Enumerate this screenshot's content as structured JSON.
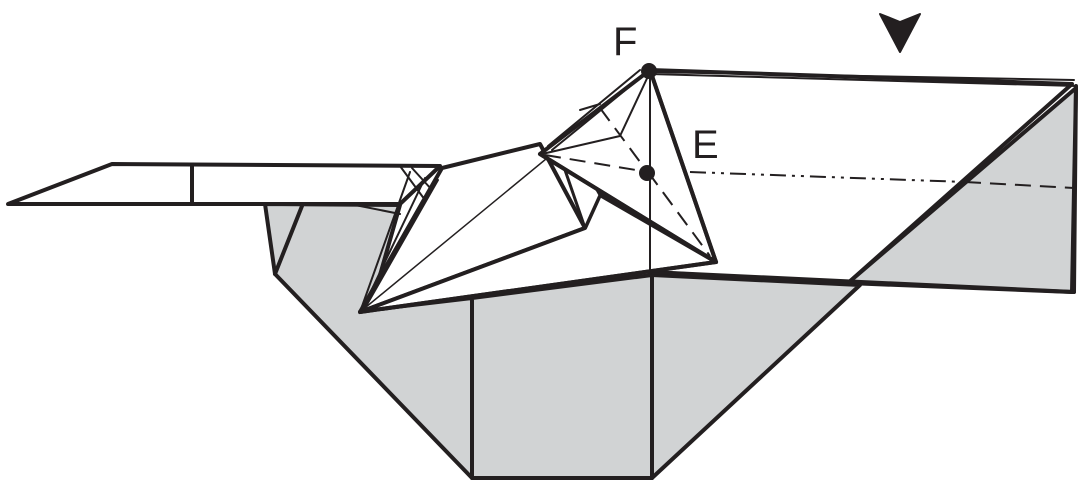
{
  "labels": {
    "point_f": "F",
    "point_e": "E"
  },
  "colors": {
    "line": "#231f20",
    "shade": "#d1d3d4",
    "paper": "#ffffff"
  },
  "symbols": {
    "push_arrow": "push-arrow-icon",
    "point_marker": "dot"
  }
}
